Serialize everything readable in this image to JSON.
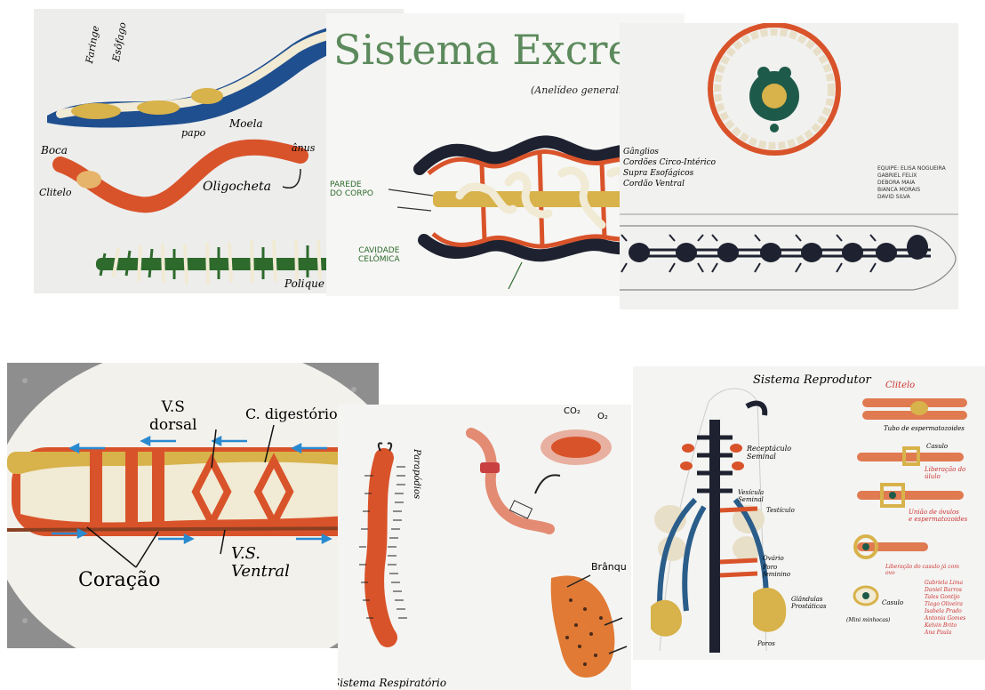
{
  "colors": {
    "clay_blue": "#1f4f8f",
    "clay_red": "#d9532a",
    "clay_yellow": "#d8b24a",
    "clay_cream": "#f1ead4",
    "clay_black": "#1e2230",
    "clay_green": "#2d6a2c",
    "paper": "#f3f1ec",
    "granite": "#8e8e8e",
    "arrow_blue": "#2a8ad0"
  },
  "photo1": {
    "labels": {
      "faringe": "Faringe",
      "esofago": "Esôfago",
      "papo": "papo",
      "moela": "Moela",
      "boca": "Boca",
      "anus": "ânus",
      "oligocheta": "Oligocheta",
      "clitelo": "Clitelo",
      "poliqueta": "Polique"
    }
  },
  "photo2": {
    "title": "Sistema Excretor",
    "subtitle": "(Anelídeo generalizado)",
    "labels": {
      "parede": "PAREDE\nDO CORPO",
      "cavidade": "CAVIDADE\nCELÔMICA"
    }
  },
  "photo3": {
    "labels": {
      "ganglios": "Gânglios",
      "cordoes": "Cordões Circo-Intérico",
      "supra": "Supra Esofágicos",
      "ventral": "Cordão Ventral"
    },
    "team": "EQUIPE: ELISA NOGUEIRA\nGABRIEL FELIX\nDEBORA MAIA\nBIANCA MORAIS\nDAVID SILVA"
  },
  "photo4": {
    "labels": {
      "vs_dorsal": "V.S\ndorsal",
      "c_digestorio": "C. digestório",
      "coracao": "Coração",
      "vs_ventral": "V.S.\nVentral"
    }
  },
  "photo5": {
    "labels": {
      "parapodios": "Parapódios",
      "co2": "CO₂",
      "o2": "O₂",
      "branquias": "Brânqu",
      "title": "Sistema Respiratório"
    }
  },
  "photo6": {
    "title": "Sistema Reprodutor",
    "labels": {
      "clitelo": "Clitelo",
      "tubo": "Tubo de espermatozoides",
      "receptaculo": "Receptáculo\nSeminal",
      "vesicula": "Vesícula\nSeminal",
      "testiculo": "Testículo",
      "ovario": "Ovário",
      "poro": "Poro\nfeminino",
      "glandulas": "Glândulas\nProstáticas",
      "poros": "Poros",
      "casulo1": "Casulo",
      "liberacao": "Liberação do\núlulo",
      "uniao": "União de óvulos\ne espermatozoides",
      "liberacao2": "Liberação do casulo já com\novo",
      "casulo2": "Casulo",
      "minhocas": "(Mini minhocas)",
      "names": "Gabriela Lima\nDaniel Barros\nTales Gontijo\nTiago Oliveira\nIsabela Prado\nAntonia Gomes\nKelvin Brito\nAna Paula"
    }
  }
}
